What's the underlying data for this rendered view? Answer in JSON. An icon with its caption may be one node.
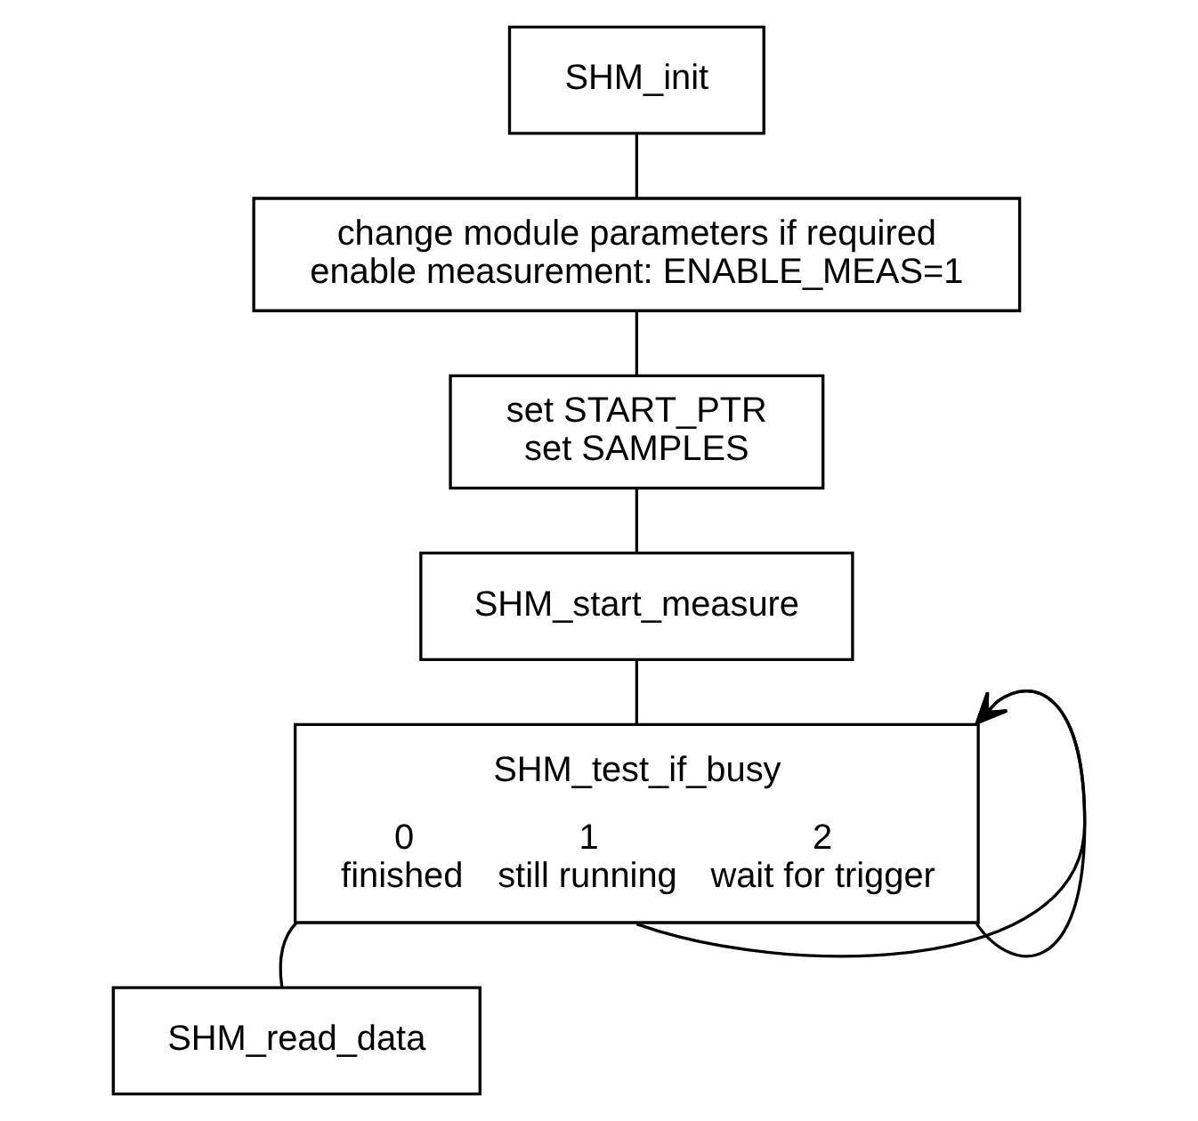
{
  "diagram": {
    "nodes": [
      {
        "text": [
          "SHM_init"
        ]
      },
      {
        "text": [
          "change module parameters if required",
          "enable measurement: ENABLE_MEAS=1"
        ]
      },
      {
        "text": [
          "set START_PTR",
          "set SAMPLES"
        ]
      },
      {
        "text": [
          "SHM_start_measure"
        ]
      },
      {
        "text": [
          "SHM_test_if_busy",
          "0 finished",
          "1 still running",
          "2 wait for trigger"
        ]
      },
      {
        "text": [
          "SHM_read_data"
        ]
      }
    ],
    "edges": [
      {
        "from": 0,
        "to": 1,
        "arrow": "none"
      },
      {
        "from": 1,
        "to": 2,
        "arrow": "none"
      },
      {
        "from": 2,
        "to": 3,
        "arrow": "none"
      },
      {
        "from": 3,
        "to": 4,
        "arrow": "none"
      },
      {
        "from": 4,
        "to": 5,
        "arrow": "none"
      },
      {
        "from": 4,
        "to": 4,
        "arrow": "to"
      },
      {
        "from": 4,
        "to": 4,
        "arrow": "to"
      }
    ]
  }
}
